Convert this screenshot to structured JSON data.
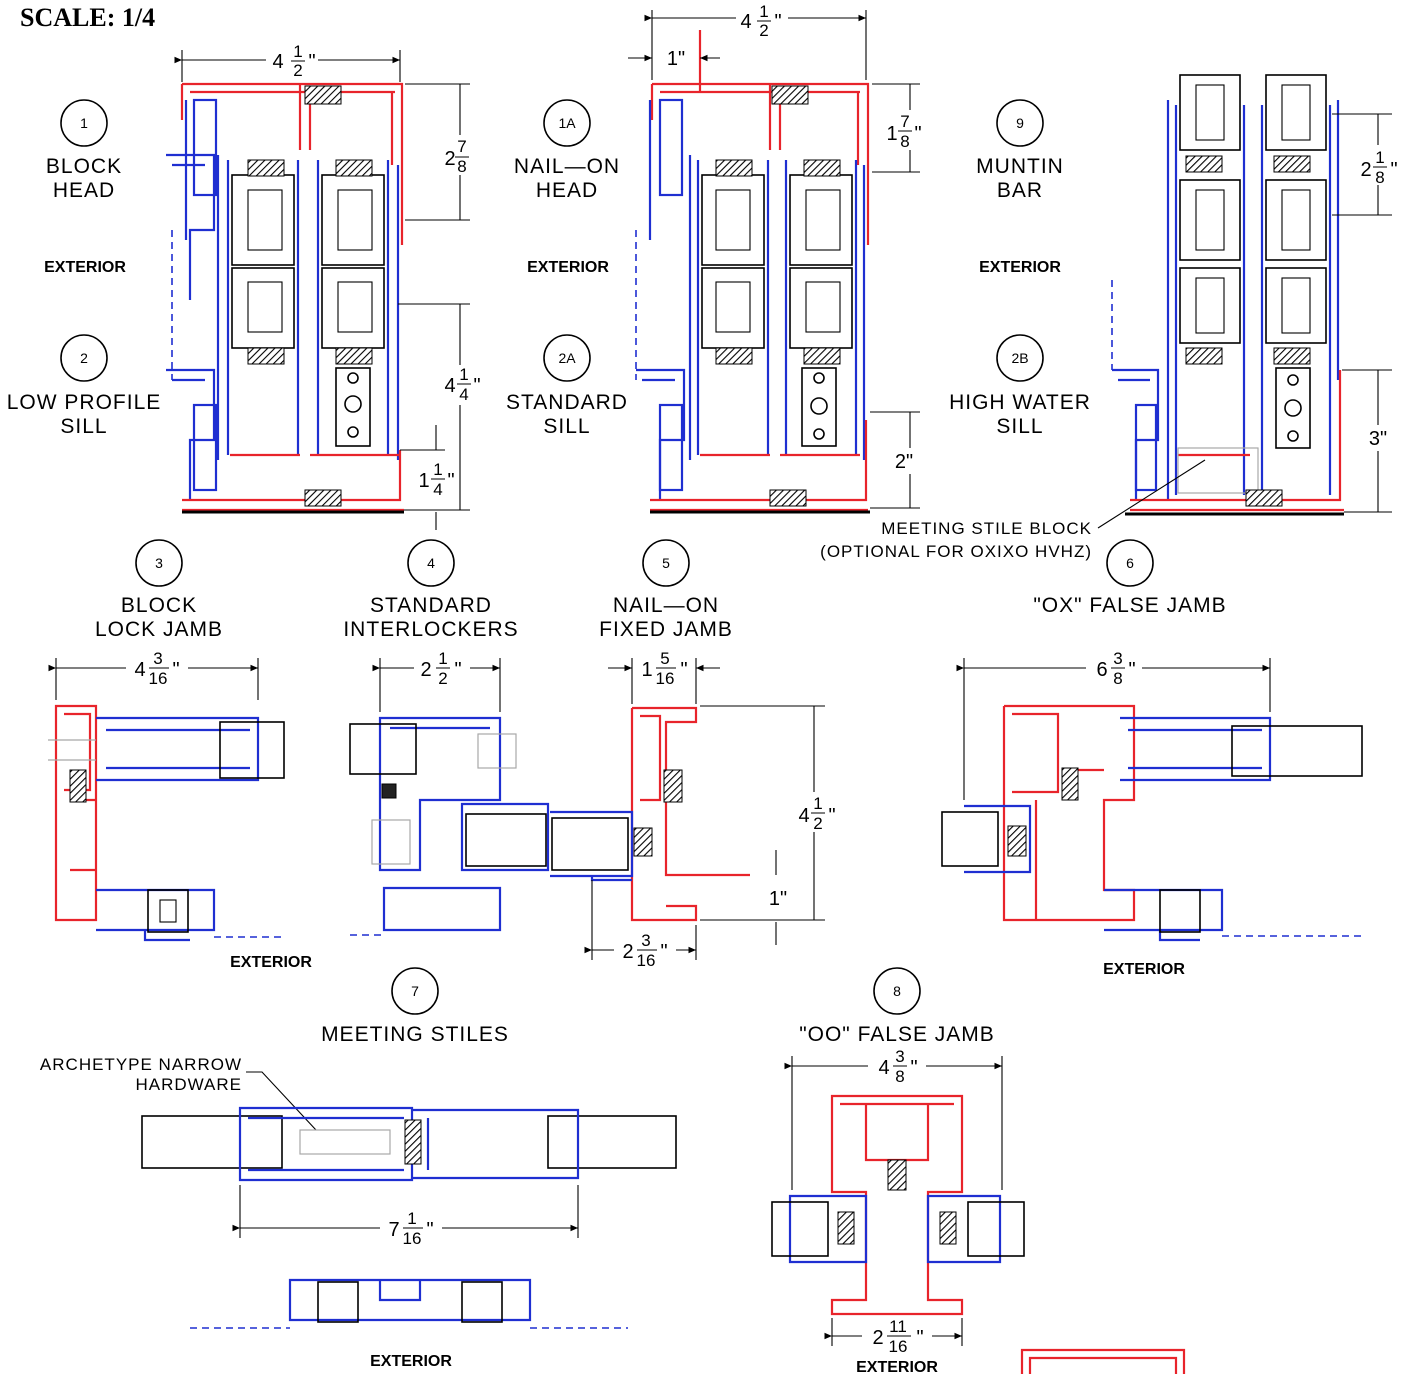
{
  "header": {
    "scale": "SCALE: 1/4"
  },
  "colors": {
    "frame": "#e8242b",
    "panel": "#1f2fd1",
    "line": "#000000"
  },
  "details": [
    {
      "id": "1",
      "title": [
        "BLOCK",
        "HEAD"
      ]
    },
    {
      "id": "1A",
      "title": [
        "NAIL—ON",
        "HEAD"
      ]
    },
    {
      "id": "9",
      "title": [
        "MUNTIN",
        "BAR"
      ]
    },
    {
      "id": "2",
      "title": [
        "LOW PROFILE",
        "SILL"
      ]
    },
    {
      "id": "2A",
      "title": [
        "STANDARD",
        "SILL"
      ]
    },
    {
      "id": "2B",
      "title": [
        "HIGH WATER",
        "SILL"
      ]
    },
    {
      "id": "3",
      "title": [
        "BLOCK",
        "LOCK JAMB"
      ]
    },
    {
      "id": "4",
      "title": [
        "STANDARD",
        "INTERLOCKERS"
      ]
    },
    {
      "id": "5",
      "title": [
        "NAIL—ON",
        "FIXED JAMB"
      ]
    },
    {
      "id": "6",
      "title": [
        "\"OX\" FALSE JAMB"
      ]
    },
    {
      "id": "7",
      "title": [
        "MEETING STILES"
      ]
    },
    {
      "id": "8",
      "title": [
        "\"OO\" FALSE JAMB"
      ]
    }
  ],
  "exterior_label": "EXTERIOR",
  "notes": {
    "meeting_stile_block": [
      "MEETING STILE BLOCK",
      "(OPTIONAL FOR OXIXO HVHZ)"
    ],
    "archetype": [
      "ARCHETYPE NARROW",
      "HARDWARE"
    ]
  },
  "dimensions": {
    "d1_width": {
      "whole": "4",
      "num": "1",
      "den": "2"
    },
    "d1_right": {
      "whole": "2",
      "num": "7",
      "den": "8"
    },
    "d2_right": {
      "whole": "4",
      "num": "1",
      "den": "4"
    },
    "d2_small": {
      "whole": "1",
      "num": "1",
      "den": "4"
    },
    "d1a_width": {
      "whole": "4",
      "num": "1",
      "den": "2"
    },
    "d1a_fin": "1\"",
    "d1a_right": {
      "whole": "1",
      "num": "7",
      "den": "8"
    },
    "d2a_right": "2\"",
    "d9_right": {
      "whole": "2",
      "num": "1",
      "den": "8"
    },
    "d2b_right": "3\"",
    "d3_width": {
      "whole": "4",
      "num": "3",
      "den": "16"
    },
    "d4_width": {
      "whole": "2",
      "num": "1",
      "den": "2"
    },
    "d5_top": {
      "whole": "1",
      "num": "5",
      "den": "16"
    },
    "d5_height": {
      "whole": "4",
      "num": "1",
      "den": "2"
    },
    "d5_fin": "1\"",
    "d5_bottom": {
      "whole": "2",
      "num": "3",
      "den": "16"
    },
    "d6_width": {
      "whole": "6",
      "num": "3",
      "den": "8"
    },
    "d7_width": {
      "whole": "7",
      "num": "1",
      "den": "16"
    },
    "d8_width": {
      "whole": "4",
      "num": "3",
      "den": "8"
    },
    "d8_bottom": {
      "whole": "2",
      "num": "11",
      "den": "16"
    }
  }
}
